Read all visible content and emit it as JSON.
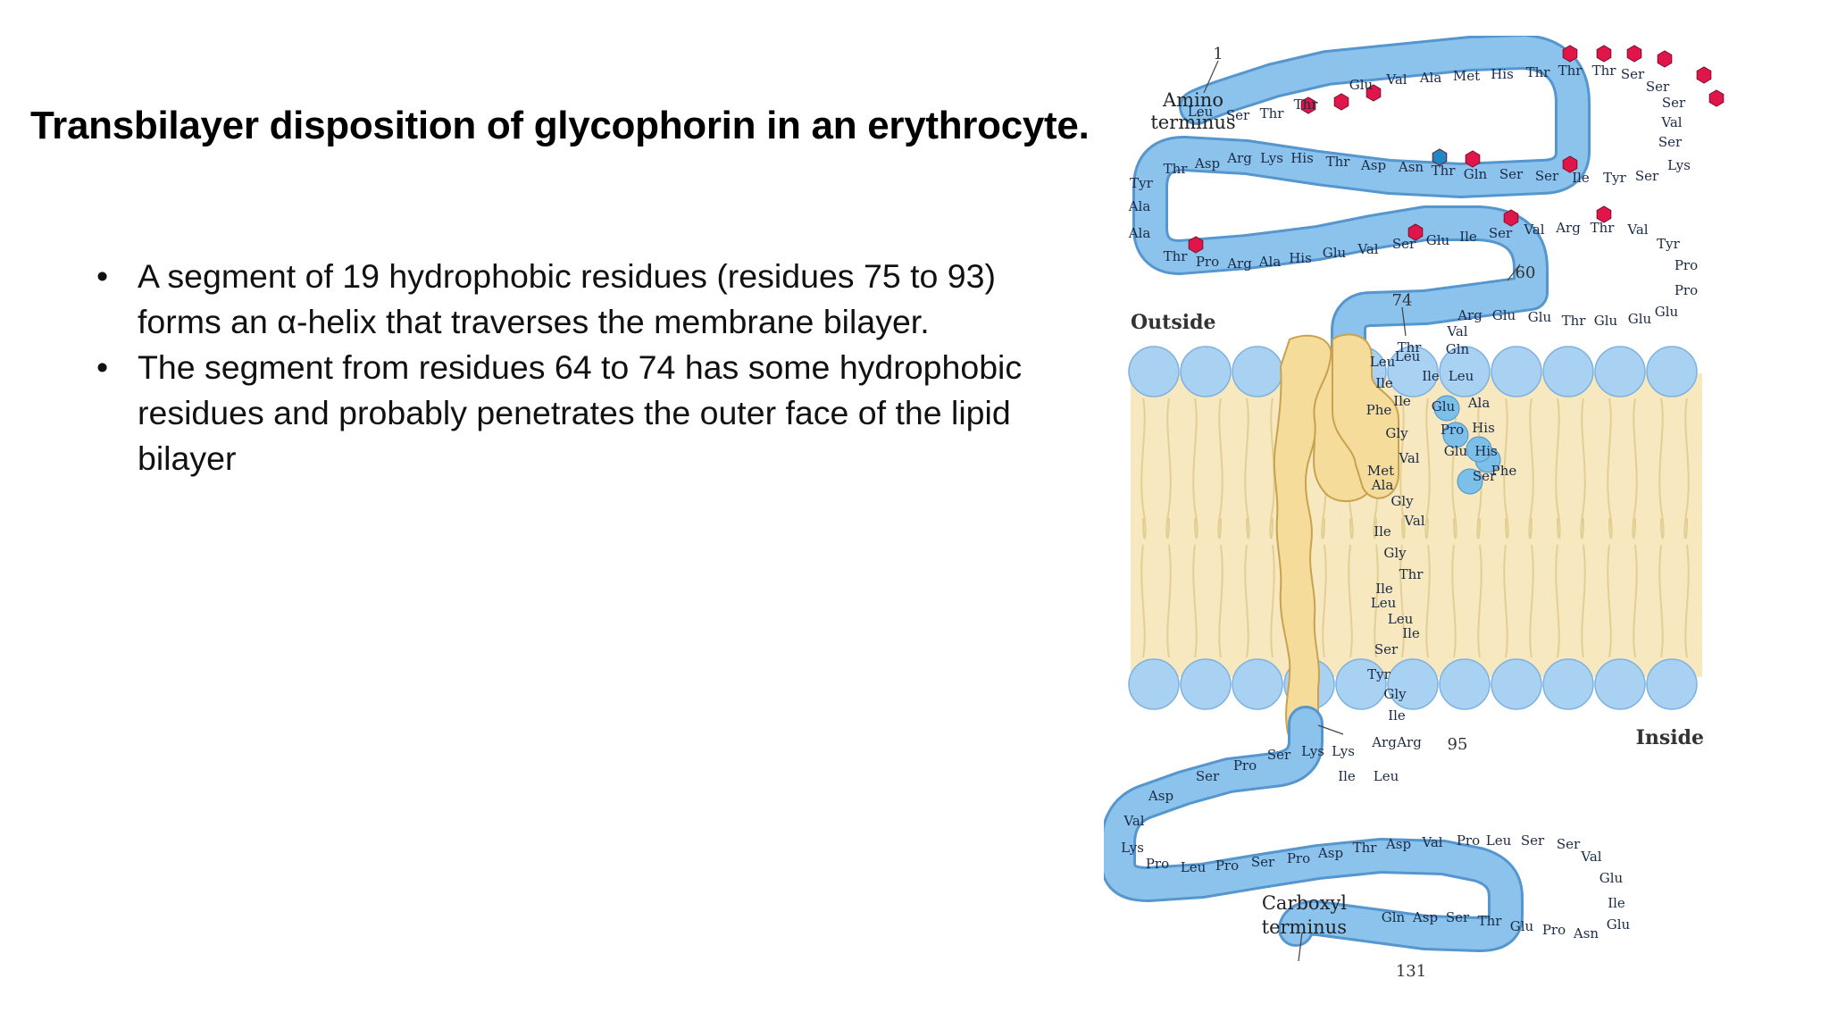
{
  "slide": {
    "title": "Transbilayer disposition of glycophorin in an erythrocyte.",
    "bullets": [
      {
        "marker": "•",
        "text": "A segment of 19 hydrophobic residues (residues 75 to 93) forms an α-helix that traverses the membrane bilayer."
      },
      {
        "marker": "•",
        "text": "The segment from residues 64 to 74 has some hydrophobic residues and probably penetrates the outer face of the lipid bilayer"
      }
    ]
  },
  "figure": {
    "labels": {
      "amino_terminus": [
        "Amino",
        "terminus"
      ],
      "carboxyl_terminus": [
        "Carboxyl",
        "terminus"
      ],
      "outside": "Outside",
      "inside": "Inside"
    },
    "residue_numbers": {
      "n1": "1",
      "n60": "60",
      "n74": "74",
      "n95": "95",
      "n131": "131"
    },
    "colors": {
      "chain": "#8cc3ec",
      "chain_border": "#5596cf",
      "helix": "#f6dc9a",
      "helix_border": "#c8a24f",
      "lipid_head": "#a9d1f1",
      "lipid_tail": "#f7e8bf",
      "oligosaccharide": "#e0164b",
      "n_linked_sugar": "#1c88c4"
    },
    "residues": {
      "seg1": [
        "Leu",
        "Ser",
        "Thr",
        "Thr",
        "Glu",
        "Val",
        "Ala",
        "Met",
        "His",
        "Thr",
        "Thr",
        "Thr",
        "Ser",
        "Ser",
        "Ser",
        "Val",
        "Ser",
        "Lys"
      ],
      "seg2": [
        "Ser",
        "Tyr",
        "Ile",
        "Ser",
        "Ser",
        "Gln",
        "Thr",
        "Asn",
        "Asp",
        "Thr",
        "His",
        "Lys",
        "Arg",
        "Asp",
        "Thr",
        "Tyr"
      ],
      "seg3": [
        "Ala",
        "Ala",
        "Thr",
        "Pro",
        "Arg",
        "Ala",
        "His",
        "Glu",
        "Val",
        "Ser",
        "Glu",
        "Ile",
        "Ser",
        "Val",
        "Arg",
        "Thr",
        "Val",
        "Tyr",
        "Pro",
        "Pro",
        "Glu"
      ],
      "seg4": [
        "Glu",
        "Glu",
        "Thr",
        "Glu",
        "Glu",
        "Arg",
        "Val"
      ],
      "hairpin_down": [
        "Gln",
        "Leu",
        "Ala",
        "His",
        "His",
        "Phe"
      ],
      "hairpin_up": [
        "Ser",
        "Glu",
        "Pro",
        "Glu",
        "Ile",
        "Leu",
        "Thr"
      ],
      "hairpin_blue": [
        "Glu",
        "Pro",
        "Glu",
        "Ser",
        "His"
      ],
      "helix": [
        "Leu",
        "Ile",
        "Ile",
        "Phe",
        "Gly",
        "Val",
        "Met",
        "Ala",
        "Gly",
        "Val",
        "Ile",
        "Gly",
        "Thr",
        "Ile",
        "Leu",
        "Leu",
        "Ile",
        "Ser",
        "Tyr"
      ],
      "cyto1": [
        "Gly",
        "Ile",
        "Arg",
        "Arg",
        "Leu",
        "Ile",
        "Lys",
        "Lys",
        "Ser",
        "Pro",
        "Ser",
        "Asp",
        "Val",
        "Lys"
      ],
      "cyto2": [
        "Pro",
        "Leu",
        "Pro",
        "Ser",
        "Pro",
        "Asp",
        "Thr",
        "Asp",
        "Val",
        "Pro",
        "Leu",
        "Ser",
        "Ser",
        "Val",
        "Glu",
        "Ile",
        "Glu"
      ],
      "cyto3": [
        "Asn",
        "Pro",
        "Glu",
        "Thr",
        "Ser",
        "Asp",
        "Gln"
      ]
    }
  }
}
